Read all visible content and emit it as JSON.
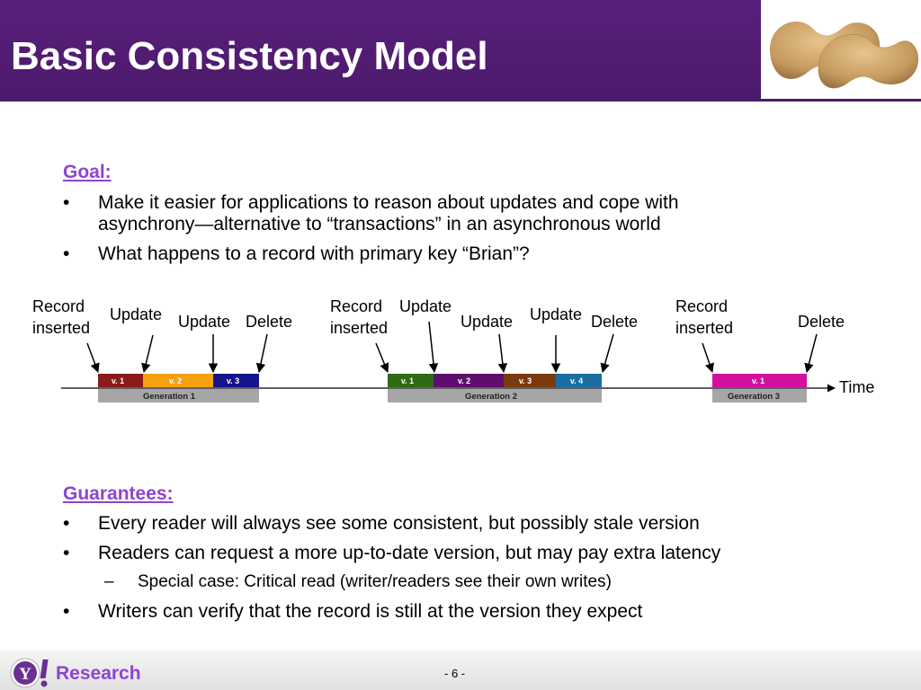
{
  "title": "Basic Consistency Model",
  "goal": {
    "heading": "Goal:",
    "bullets": [
      {
        "mark": "•",
        "lines": [
          "Make it easier for applications to reason about updates and cope with",
          "asynchrony—alternative to “transactions” in an asynchronous world"
        ]
      },
      {
        "mark": "•",
        "lines": [
          "What happens to a record with primary key “Brian”?"
        ]
      }
    ]
  },
  "diagram": {
    "time_label": "Time",
    "events": [
      {
        "lines": [
          "Record",
          "inserted"
        ]
      },
      {
        "lines": [
          "Update"
        ]
      },
      {
        "lines": [
          "Update"
        ]
      },
      {
        "lines": [
          "Delete"
        ]
      },
      {
        "lines": [
          "Record",
          "inserted"
        ]
      },
      {
        "lines": [
          "Update"
        ]
      },
      {
        "lines": [
          "Update"
        ]
      },
      {
        "lines": [
          "Update"
        ]
      },
      {
        "lines": [
          "Delete"
        ]
      },
      {
        "lines": [
          "Record",
          "inserted"
        ]
      },
      {
        "lines": [
          "Delete"
        ]
      }
    ],
    "generations": [
      {
        "label": "Generation 1",
        "versions": [
          {
            "label": "v. 1",
            "color": "#8b1a1a"
          },
          {
            "label": "v. 2",
            "color": "#f5a011"
          },
          {
            "label": "v. 3",
            "color": "#14148c"
          }
        ]
      },
      {
        "label": "Generation 2",
        "versions": [
          {
            "label": "v. 1",
            "color": "#2e6b14"
          },
          {
            "label": "v. 2",
            "color": "#5e0f6e"
          },
          {
            "label": "v. 3",
            "color": "#7a3a0e"
          },
          {
            "label": "v. 4",
            "color": "#1a6fa0"
          }
        ]
      },
      {
        "label": "Generation 3",
        "versions": [
          {
            "label": "v. 1",
            "color": "#d1119e"
          }
        ]
      }
    ],
    "generation_bar_color": "#a6a6a6"
  },
  "guarantees": {
    "heading": "Guarantees:",
    "bullets": [
      {
        "mark": "•",
        "text": "Every reader will always see some consistent, but possibly stale version"
      },
      {
        "mark": "•",
        "text": "Readers can request a more up-to-date version, but may pay extra latency"
      },
      {
        "mark": "–",
        "text": "Special case: Critical read (writer/readers see their own writes)"
      },
      {
        "mark": "•",
        "text": "Writers can verify that the record is still at the version they expect"
      }
    ]
  },
  "footer": {
    "logo_text": "Y!",
    "brand": "Research",
    "page": "- 6 -"
  },
  "colors": {
    "header": "#4b1a6b",
    "accent": "#8e44d0"
  }
}
